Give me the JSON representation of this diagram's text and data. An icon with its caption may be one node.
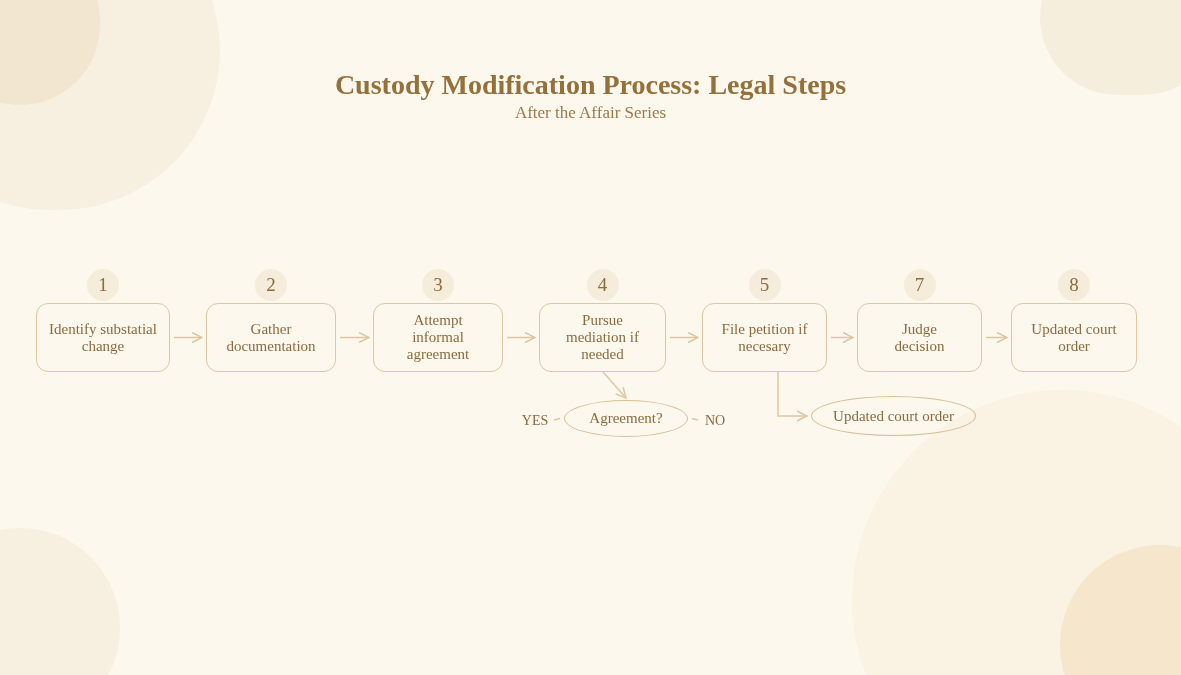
{
  "diagram": {
    "title": "Custody Modification Process: Legal Steps",
    "caption": "After the Affair Series",
    "nodes": [
      {
        "text": [
          "Identify substatial change"
        ],
        "beside": [
          "1"
        ]
      },
      {
        "text": [
          "Gather documentation"
        ],
        "beside": [
          "2"
        ]
      },
      {
        "text": [
          "Attempt informal agreement"
        ],
        "beside": [
          "3"
        ]
      },
      {
        "text": [
          "Pursue mediation if needed"
        ],
        "beside": [
          "4"
        ]
      },
      {
        "text": [
          "File petition if necesary"
        ],
        "beside": [
          "5"
        ]
      },
      {
        "text": [
          "Judge decision"
        ],
        "beside": [
          "7"
        ]
      },
      {
        "text": [
          "Updated court order"
        ],
        "beside": [
          "8"
        ]
      },
      {
        "text": [
          "Agreement?"
        ]
      },
      {
        "text": [
          "Updated court order"
        ]
      },
      {
        "text": [
          "YES"
        ]
      },
      {
        "text": [
          "NO"
        ]
      }
    ],
    "edges": [
      {
        "from": 0,
        "to": 1,
        "arrow": "to"
      },
      {
        "from": 1,
        "to": 2,
        "arrow": "to"
      },
      {
        "from": 2,
        "to": 3,
        "arrow": "to"
      },
      {
        "from": 3,
        "to": 4,
        "arrow": "to"
      },
      {
        "from": 4,
        "to": 5,
        "arrow": "to"
      },
      {
        "from": 5,
        "to": 6,
        "arrow": "to"
      },
      {
        "from": 3,
        "to": 7,
        "arrow": "to"
      },
      {
        "from": 9,
        "to": 7,
        "arrow": "none"
      },
      {
        "from": 7,
        "to": 10,
        "arrow": "none"
      },
      {
        "from": 4,
        "to": 8,
        "arrow": "to"
      }
    ]
  }
}
